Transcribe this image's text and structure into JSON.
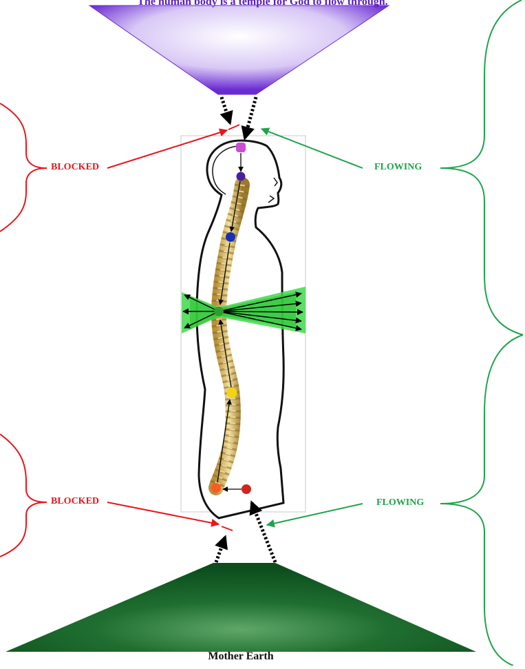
{
  "top_caption": "The human body is a temple for God to flow through.",
  "bottom_caption": "Mother Earth",
  "labels": {
    "blocked_top": "BLOCKED",
    "blocked_bottom": "BLOCKED",
    "flowing_top": "FLOWING",
    "flowing_bottom": "FLOWING"
  },
  "colors": {
    "blocked": "#e8161b",
    "flowing": "#1ea34a",
    "divine_top": "#6a2bd1",
    "earth": "#0e5a24",
    "heart_band": "#3fd94a"
  },
  "chakras": [
    {
      "name": "crown",
      "color": "#c74fd3"
    },
    {
      "name": "third-eye",
      "color": "#4b1f9a"
    },
    {
      "name": "throat",
      "color": "#1631b4"
    },
    {
      "name": "heart",
      "color": "#2f9d2f"
    },
    {
      "name": "solar-plexus",
      "color": "#f0d50f"
    },
    {
      "name": "sacral",
      "color": "#ff5a1f"
    },
    {
      "name": "root",
      "color": "#d1251f"
    }
  ]
}
